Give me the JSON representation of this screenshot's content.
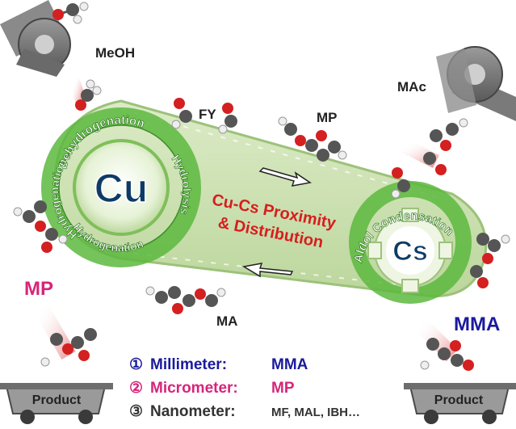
{
  "molecules": {
    "meoh": "MeOH",
    "fy": "FY",
    "mp_top": "MP",
    "mac": "MAc",
    "ma": "MA",
    "mp_left": "MP",
    "mma_right": "MMA"
  },
  "metal_sites": {
    "cu": "Cu",
    "cs": "Cs"
  },
  "cu_reactions": {
    "dehydrogenation": "Dehydrogenation",
    "hydrolysis": "Hydrolysis",
    "hydrogenation_left": "Hydrogenation",
    "hydrogenation_bottom": "Hydrogenation"
  },
  "cs_reaction": "Aldol Condensation",
  "center_title": {
    "line1": "Cu-Cs Proximity",
    "line2": "& Distribution"
  },
  "carts": {
    "left": "Product",
    "right": "Product"
  },
  "legend": [
    {
      "number": "①",
      "scale": "Millimeter:",
      "product": "MMA",
      "color": "#1a1a9e"
    },
    {
      "number": "②",
      "scale": "Micrometer:",
      "product": "MP",
      "color": "#d6257a"
    },
    {
      "number": "③",
      "scale": "Nanometer:",
      "product": "MF, MAL, IBH…",
      "color": "#333333"
    }
  ],
  "colors": {
    "belt": "#cfe2b6",
    "ring": "#4da834",
    "cu_core": "#0d3b66",
    "center_title": "#d61e1e",
    "mp": "#d6257a",
    "mma": "#1a1a9e"
  }
}
